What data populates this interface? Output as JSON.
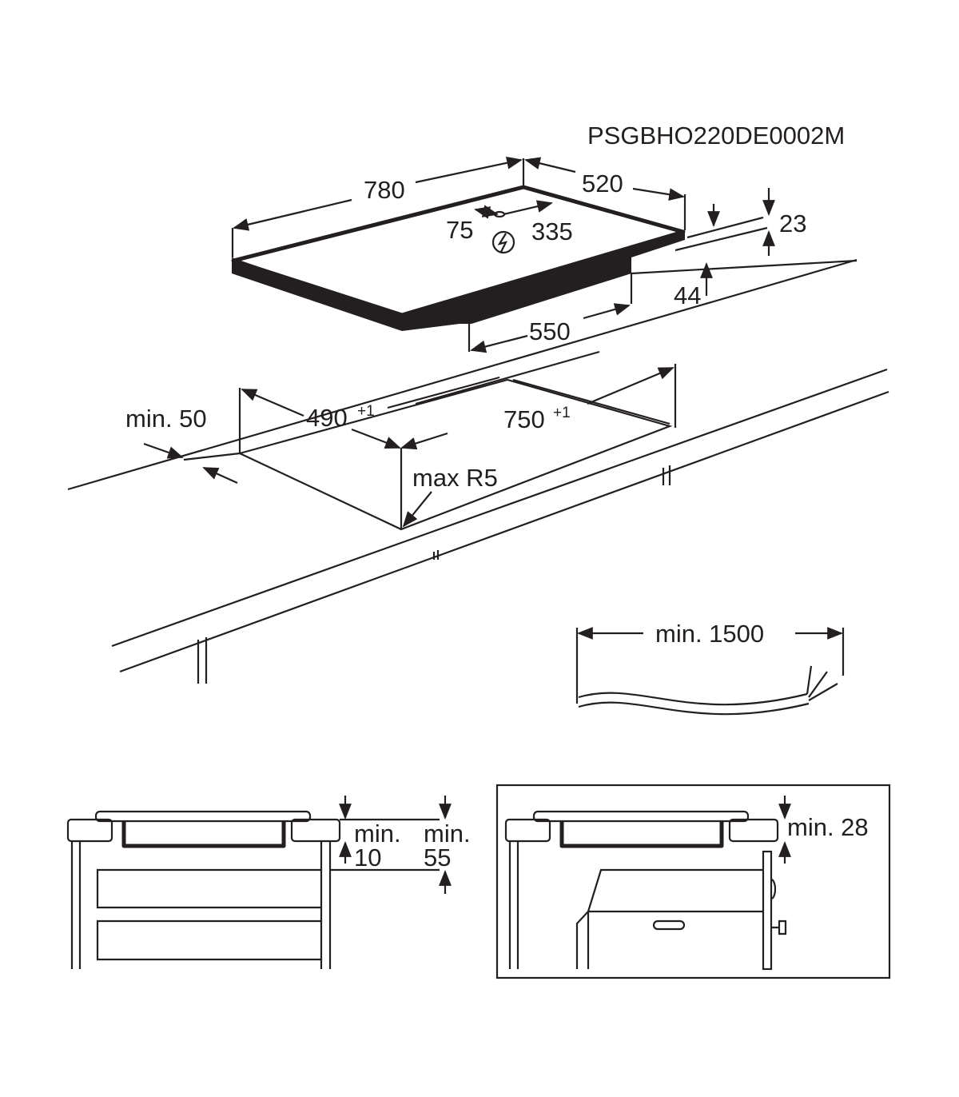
{
  "code": "PSGBHO220DE0002M",
  "hob": {
    "width": "780",
    "depth": "520",
    "conn_left": "75",
    "conn_right": "335",
    "thickness": "23",
    "height": "44",
    "body_width": "550"
  },
  "cutout": {
    "min_edge": "min. 50",
    "depth": "490",
    "depth_tol": "+1",
    "width": "750",
    "width_tol": "+1",
    "radius": "max R5"
  },
  "cable": {
    "length": "min. 1500"
  },
  "section_drawer": {
    "gap_label": "min.",
    "gap_value": "10",
    "clear_label": "min.",
    "clear_value": "55"
  },
  "section_oven": {
    "gap": "min. 28"
  },
  "colors": {
    "line": "#231f20",
    "background": "#ffffff"
  }
}
